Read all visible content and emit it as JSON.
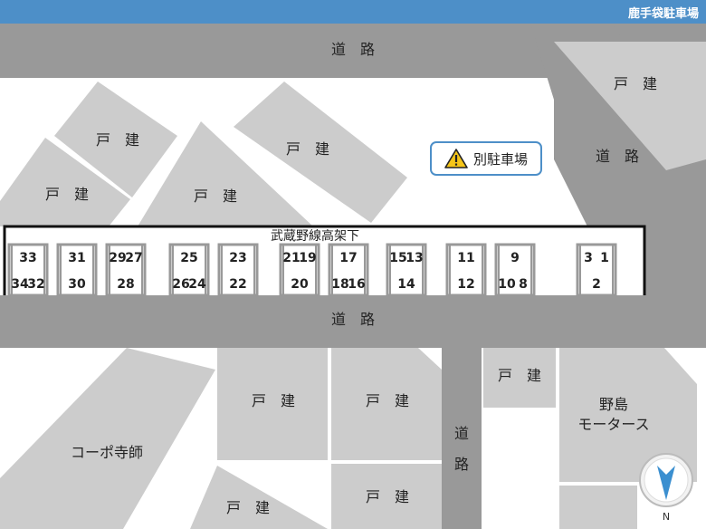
{
  "header": {
    "title": "鹿手袋駐車場"
  },
  "notice": {
    "label": "別駐車場",
    "icon": "warning-icon"
  },
  "roads": {
    "top": "道　路",
    "right_diagonal": "道　路",
    "main": "道　路",
    "vertical_1": "道",
    "vertical_2": "路"
  },
  "buildings": {
    "house_top_right": "戸　建",
    "house_nw_1": "戸　建",
    "house_nw_2": "戸　建",
    "house_center": "戸　建",
    "house_n_center": "戸　建",
    "house_s_1": "戸　建",
    "house_s_2": "戸　建",
    "house_s_3": "戸　建",
    "house_s_4": "戸　建",
    "corpo": "コーポ寺師",
    "motors_line1": "野島",
    "motors_line2": "モータース"
  },
  "parking": {
    "area_label": "武蔵野線高架下",
    "upper_numbers": [
      "33",
      "31",
      "29",
      "27",
      "25",
      "23",
      "21",
      "19",
      "17",
      "15",
      "13",
      "11",
      "9",
      "3",
      "1"
    ],
    "lower_numbers": [
      "34",
      "32",
      "30",
      "28",
      "26",
      "24",
      "22",
      "20",
      "18",
      "16",
      "14",
      "12",
      "10",
      "8",
      "2"
    ]
  },
  "compass": {
    "label": "N",
    "icon": "compass-icon"
  },
  "colors": {
    "header": "#4d8fc8",
    "road": "#999999",
    "building": "#cccccc",
    "notice_border": "#4d8fc8",
    "warning": "#f5c518",
    "compass_needle": "#3b8fd0"
  }
}
